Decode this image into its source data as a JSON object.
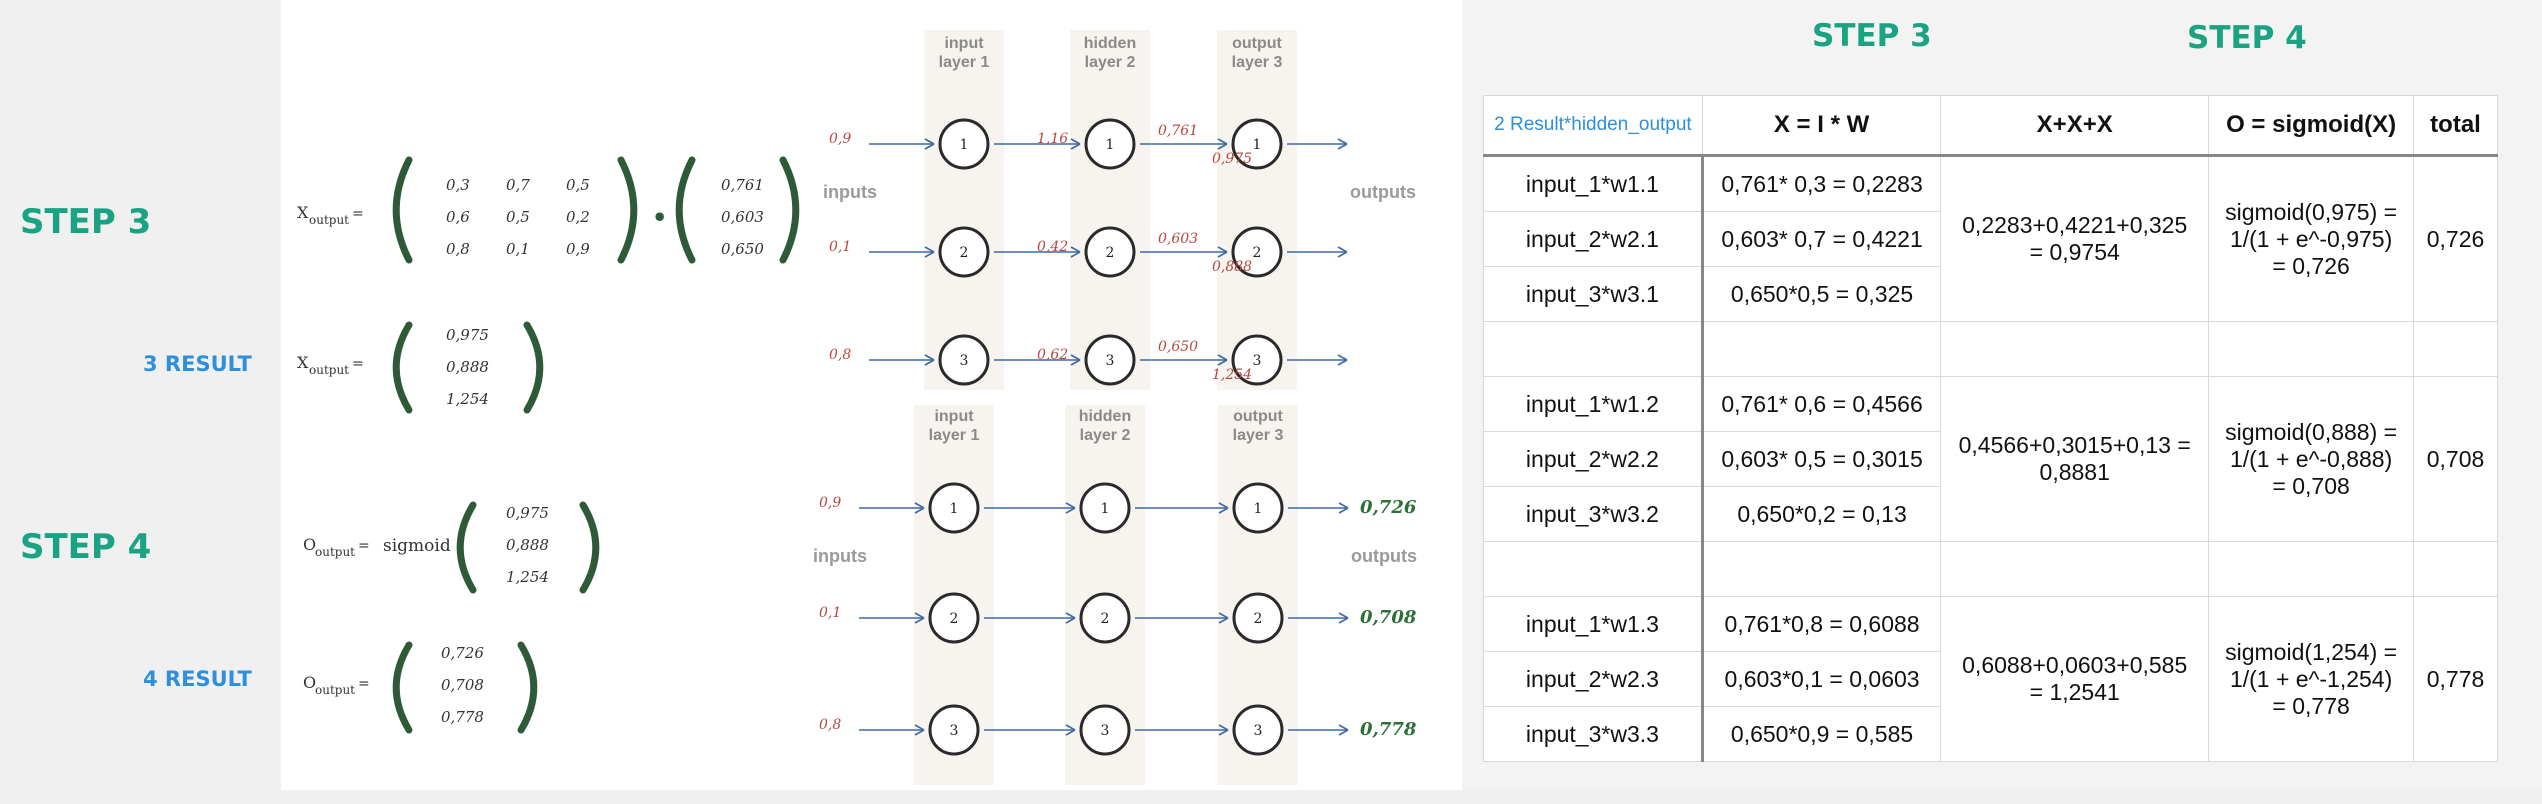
{
  "left": {
    "step3": "STEP 3",
    "step4": "STEP 4",
    "result3": "3 RESULT",
    "result4": "4 RESULT"
  },
  "formulas": {
    "x_var": "X",
    "x_sub": "output",
    "o_var": "O",
    "o_sub": "output",
    "eq": "=",
    "sigmoid": "sigmoid",
    "dot": "•",
    "weights": [
      [
        "0,3",
        "0,7",
        "0,5"
      ],
      [
        "0,6",
        "0,5",
        "0,2"
      ],
      [
        "0,8",
        "0,1",
        "0,9"
      ]
    ],
    "hidden_vec": [
      "0,761",
      "0,603",
      "0,650"
    ],
    "x_result": [
      "0,975",
      "0,888",
      "1,254"
    ],
    "sig_input": [
      "0,975",
      "0,888",
      "1,254"
    ],
    "o_result": [
      "0,726",
      "0,708",
      "0,778"
    ]
  },
  "network_top": {
    "layer1": "input\nlayer 1",
    "layer2": "hidden\nlayer 2",
    "layer3": "output\nlayer 3",
    "inputs_label": "inputs",
    "outputs_label": "outputs",
    "input_values": [
      "0,9",
      "0,1",
      "0,8"
    ],
    "hidden_in": [
      "1,16",
      "0,42",
      "0,62"
    ],
    "hidden_out": [
      "0,761",
      "0,603",
      "0,650"
    ],
    "output_in": [
      "0,975",
      "0,888",
      "1,254"
    ],
    "node_labels": [
      "1",
      "2",
      "3"
    ]
  },
  "network_bottom": {
    "layer1": "input\nlayer 1",
    "layer2": "hidden\nlayer 2",
    "layer3": "output\nlayer 3",
    "inputs_label": "inputs",
    "outputs_label": "outputs",
    "input_values": [
      "0,9",
      "0,1",
      "0,8"
    ],
    "output_values": [
      "0,726",
      "0,708",
      "0,778"
    ],
    "node_labels": [
      "1",
      "2",
      "3"
    ]
  },
  "right": {
    "step3": "STEP 3",
    "step4": "STEP 4"
  },
  "table": {
    "headers": [
      "2 Result*hidden_output",
      "X = I * W",
      "X+X+X",
      "O = sigmoid(X)",
      "total"
    ],
    "groups": [
      {
        "rows": [
          [
            "input_1*w1.1",
            "0,761* 0,3 = 0,2283"
          ],
          [
            "input_2*w2.1",
            "0,603* 0,7 = 0,4221"
          ],
          [
            "input_3*w3.1",
            "0,650*0,5 = 0,325"
          ]
        ],
        "sum": "0,2283+0,4221+0,325 = 0,9754",
        "sigmoid": "sigmoid(0,975) = 1/(1 + e^-0,975) = 0,726",
        "total": "0,726"
      },
      {
        "rows": [
          [
            "input_1*w1.2",
            "0,761* 0,6 = 0,4566"
          ],
          [
            "input_2*w2.2",
            "0,603* 0,5 = 0,3015"
          ],
          [
            "input_3*w3.2",
            "0,650*0,2 = 0,13"
          ]
        ],
        "sum": "0,4566+0,3015+0,13 = 0,8881",
        "sigmoid": "sigmoid(0,888) = 1/(1 + e^-0,888) = 0,708",
        "total": "0,708"
      },
      {
        "rows": [
          [
            "input_1*w1.3",
            "0,761*0,8 = 0,6088"
          ],
          [
            "input_2*w2.3",
            "0,603*0,1 = 0,0603"
          ],
          [
            "input_3*w3.3",
            "0,650*0,9 = 0,585"
          ]
        ],
        "sum": "0,6088+0,0603+0,585 = 1,2541",
        "sigmoid": "sigmoid(1,254) = 1/(1 + e^-1,254) = 0,778",
        "total": "0,778"
      }
    ]
  }
}
